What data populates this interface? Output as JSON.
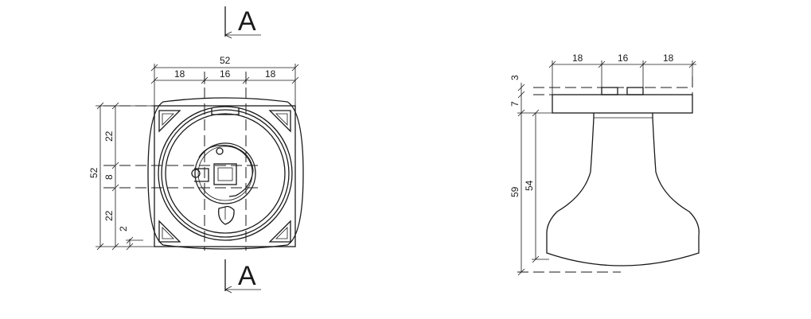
{
  "section_marker": {
    "top_label": "A",
    "bottom_label": "A"
  },
  "front_view": {
    "top_dims": {
      "overall": "52",
      "left": "18",
      "middle": "16",
      "right": "18"
    },
    "left_dims": {
      "overall": "52",
      "upper": "22",
      "middle": "8",
      "lower": "22",
      "offset": "2"
    }
  },
  "side_view": {
    "top_dims": {
      "left": "18",
      "middle": "16",
      "right": "18"
    },
    "left_dims": {
      "top": "3",
      "plate": "7",
      "overall": "59",
      "knob": "54"
    }
  },
  "colors": {
    "line": "#1a1a1a",
    "background": "#ffffff"
  }
}
